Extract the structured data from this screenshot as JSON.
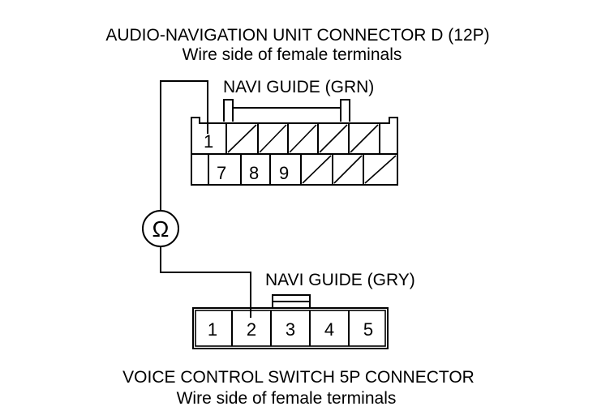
{
  "top_connector": {
    "title": "AUDIO-NAVIGATION UNIT CONNECTOR D (12P)",
    "subtitle": "Wire side of female terminals",
    "wire_label": "NAVI GUIDE (GRN)",
    "row1_pins": [
      "1"
    ],
    "row2_pins": [
      "7",
      "8",
      "9"
    ]
  },
  "meter": {
    "symbol": "Ω",
    "icon": "ohmmeter-icon"
  },
  "bottom_connector": {
    "title": "VOICE CONTROL SWITCH 5P CONNECTOR",
    "subtitle": "Wire side of female terminals",
    "wire_label": "NAVI GUIDE (GRY)",
    "pins": [
      "1",
      "2",
      "3",
      "4",
      "5"
    ]
  }
}
